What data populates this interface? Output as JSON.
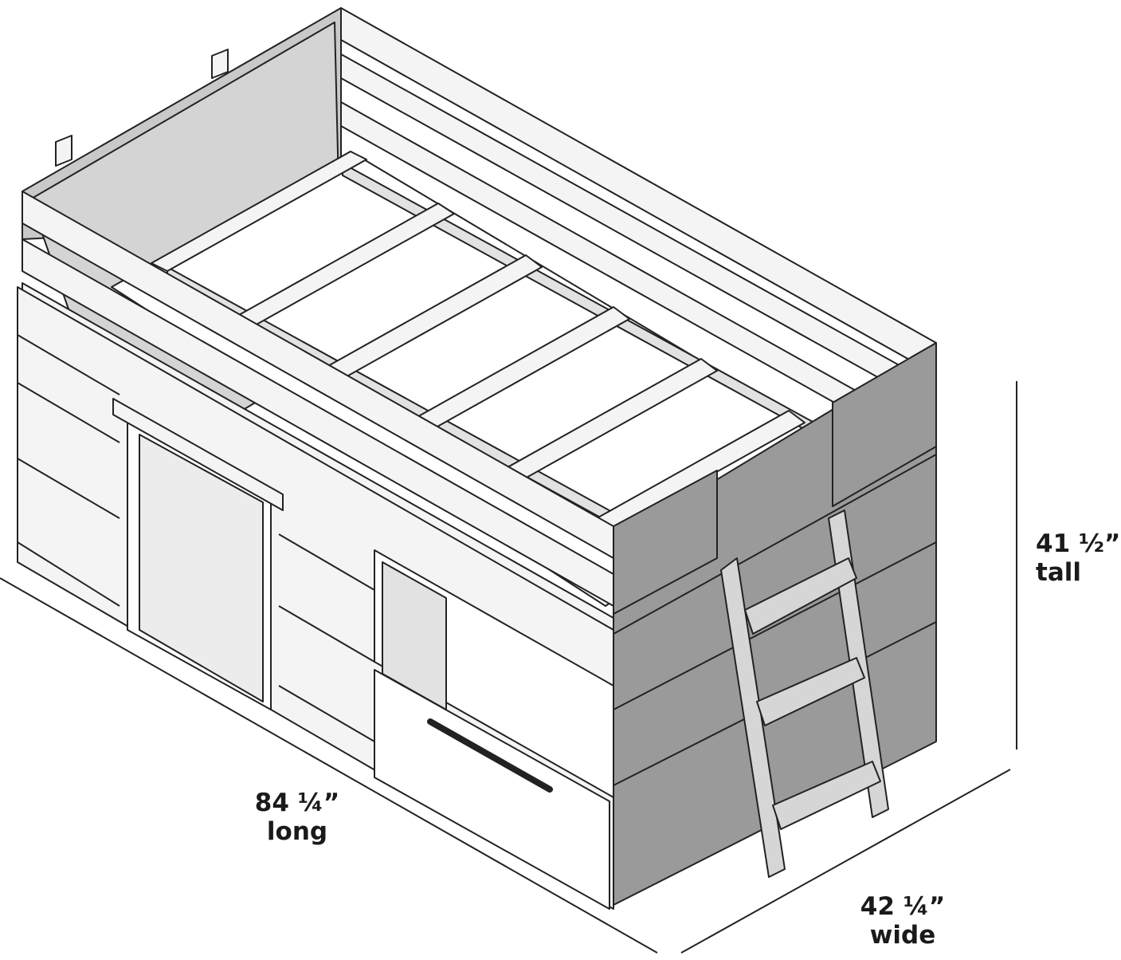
{
  "dimensions": {
    "length": {
      "value": "84 ¼”",
      "unit_word": "long"
    },
    "width": {
      "value": "42 ¼”",
      "unit_word": "wide"
    },
    "height": {
      "value": "41 ½”",
      "unit_word": "tall"
    }
  },
  "colors": {
    "line": "#222222",
    "panel_gray": "#9a9a9a",
    "panel_light": "#d6d6d6",
    "panel_white": "#f4f4f4",
    "background": "#ffffff"
  }
}
